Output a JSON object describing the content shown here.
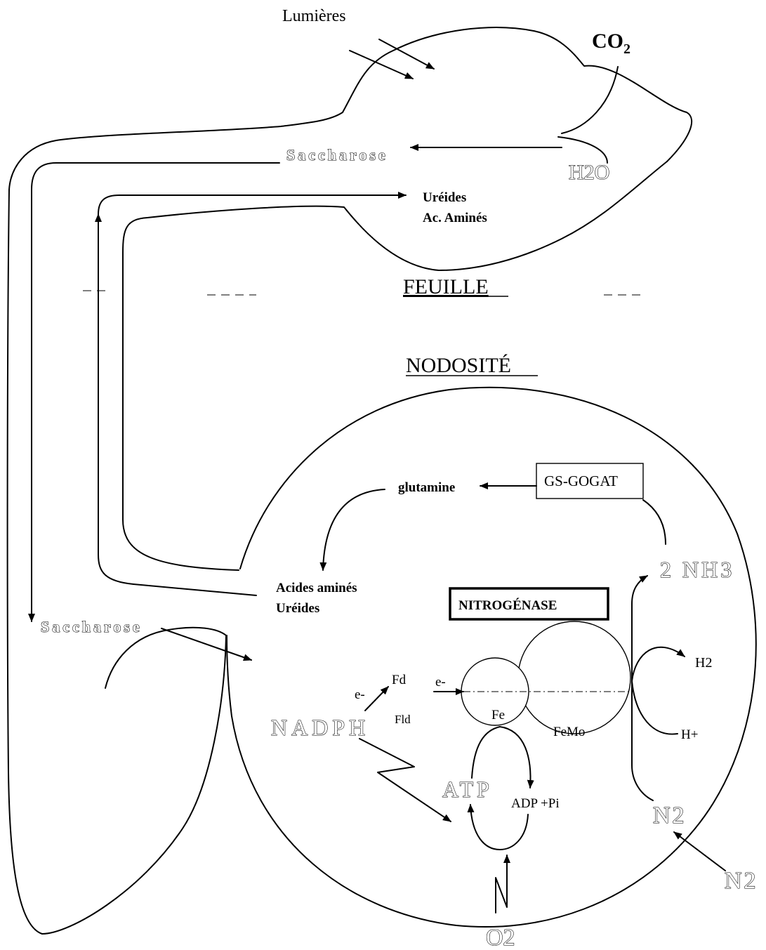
{
  "leaf": {
    "section_title": "FEUILLE",
    "light_label": "Lumières",
    "co2_label": "CO",
    "co2_subscript": "2",
    "h2o_label": "H2O",
    "sucrose_label": "Saccharose",
    "ureides_label": "Uréides",
    "amino_acids_label": "Ac. Aminés"
  },
  "nodule": {
    "section_title": "NODOSITÉ",
    "gs_gogat_label": "GS-GOGAT",
    "glutamine_label": "glutamine",
    "amino_acids_label": "Acides aminés",
    "ureides_label": "Uréides",
    "nitrogenase_label": "NITROGÉNASE",
    "nh3_label": "2 NH3",
    "h2_label": "H2",
    "h_plus_label": "H+",
    "fe_label": "Fe",
    "femo_label": "FeMo",
    "fd_label": "Fd",
    "fld_label": "Fld",
    "electron_label_1": "e-",
    "electron_label_2": "e-",
    "nadph_label": "NADPH",
    "atp_label": "ATP",
    "adp_label": "ADP +Pi",
    "n2_inner_label": "N2",
    "n2_outer_label": "N2",
    "o2_label": "O2"
  },
  "root": {
    "sucrose_label": "Saccharose"
  }
}
